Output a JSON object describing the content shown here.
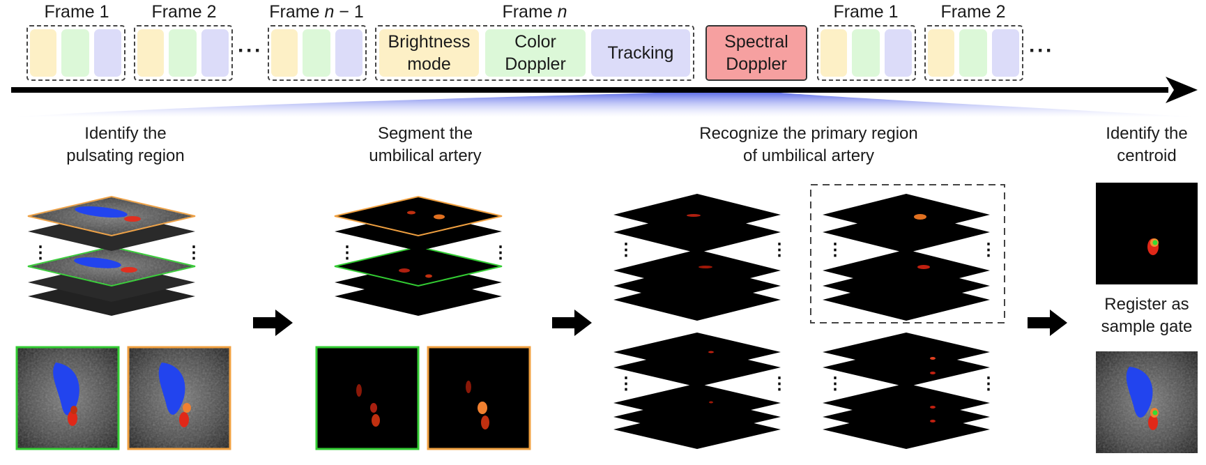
{
  "timeline": {
    "frames": [
      {
        "title": "Frame 1"
      },
      {
        "title": "Frame 2"
      },
      {
        "title": "Frame",
        "title_italic": "n",
        "title_suffix": " − 1"
      },
      {
        "title": "Frame",
        "title_italic": "n",
        "title_suffix": ""
      },
      {
        "title": "Frame 1"
      },
      {
        "title": "Frame 2"
      }
    ],
    "blocks": {
      "brightness": "Brightness\nmode",
      "color": "Color\nDoppler",
      "tracking": "Tracking",
      "spectral": "Spectral\nDoppler"
    },
    "ellipsis": "···",
    "colors": {
      "brightness": "#fdf0c6",
      "color": "#dcf8d8",
      "tracking": "#dcdcf9",
      "spectral": "#f6a0a0",
      "arrow": "#000000",
      "fan": "#7080f0"
    }
  },
  "steps": {
    "identify_pulsating": "Identify the\npulsating region",
    "segment_artery": "Segment the\numbilical artery",
    "recognize_primary": "Recognize the primary region\nof umbilical artery",
    "identify_centroid": "Identify the\ncentroid",
    "register_gate": "Register as\nsample gate"
  },
  "highlight_colors": {
    "green": "#33cc33",
    "orange": "#f0a040"
  }
}
